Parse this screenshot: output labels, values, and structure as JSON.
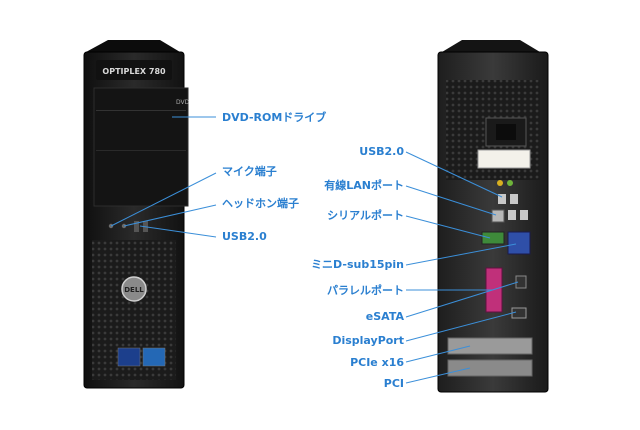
{
  "colors": {
    "label": "#2a7fd0",
    "leader": "#3b8fd9",
    "case_dark": "#1a1a1a",
    "case_mid": "#2c2c2c",
    "serial_pink": "#c0307a",
    "vga_blue": "#2f4fa8",
    "audio_green": "#6fb43a"
  },
  "front": {
    "model_badge": "OPTIPLEX 780",
    "brand_logo": "DELL",
    "labels": {
      "dvd": "DVD-ROMドライブ",
      "mic": "マイク端子",
      "headphone": "ヘッドホン端子",
      "usb": "USB2.0"
    }
  },
  "back": {
    "labels": {
      "usb": "USB2.0",
      "lan": "有線LANポート",
      "serial": "シリアルポート",
      "minid": "ミニD-sub15pin",
      "parallel": "パラレルポート",
      "esata": "eSATA",
      "displayport": "DisplayPort",
      "pcie": "PCIe x16",
      "pci": "PCI"
    }
  }
}
